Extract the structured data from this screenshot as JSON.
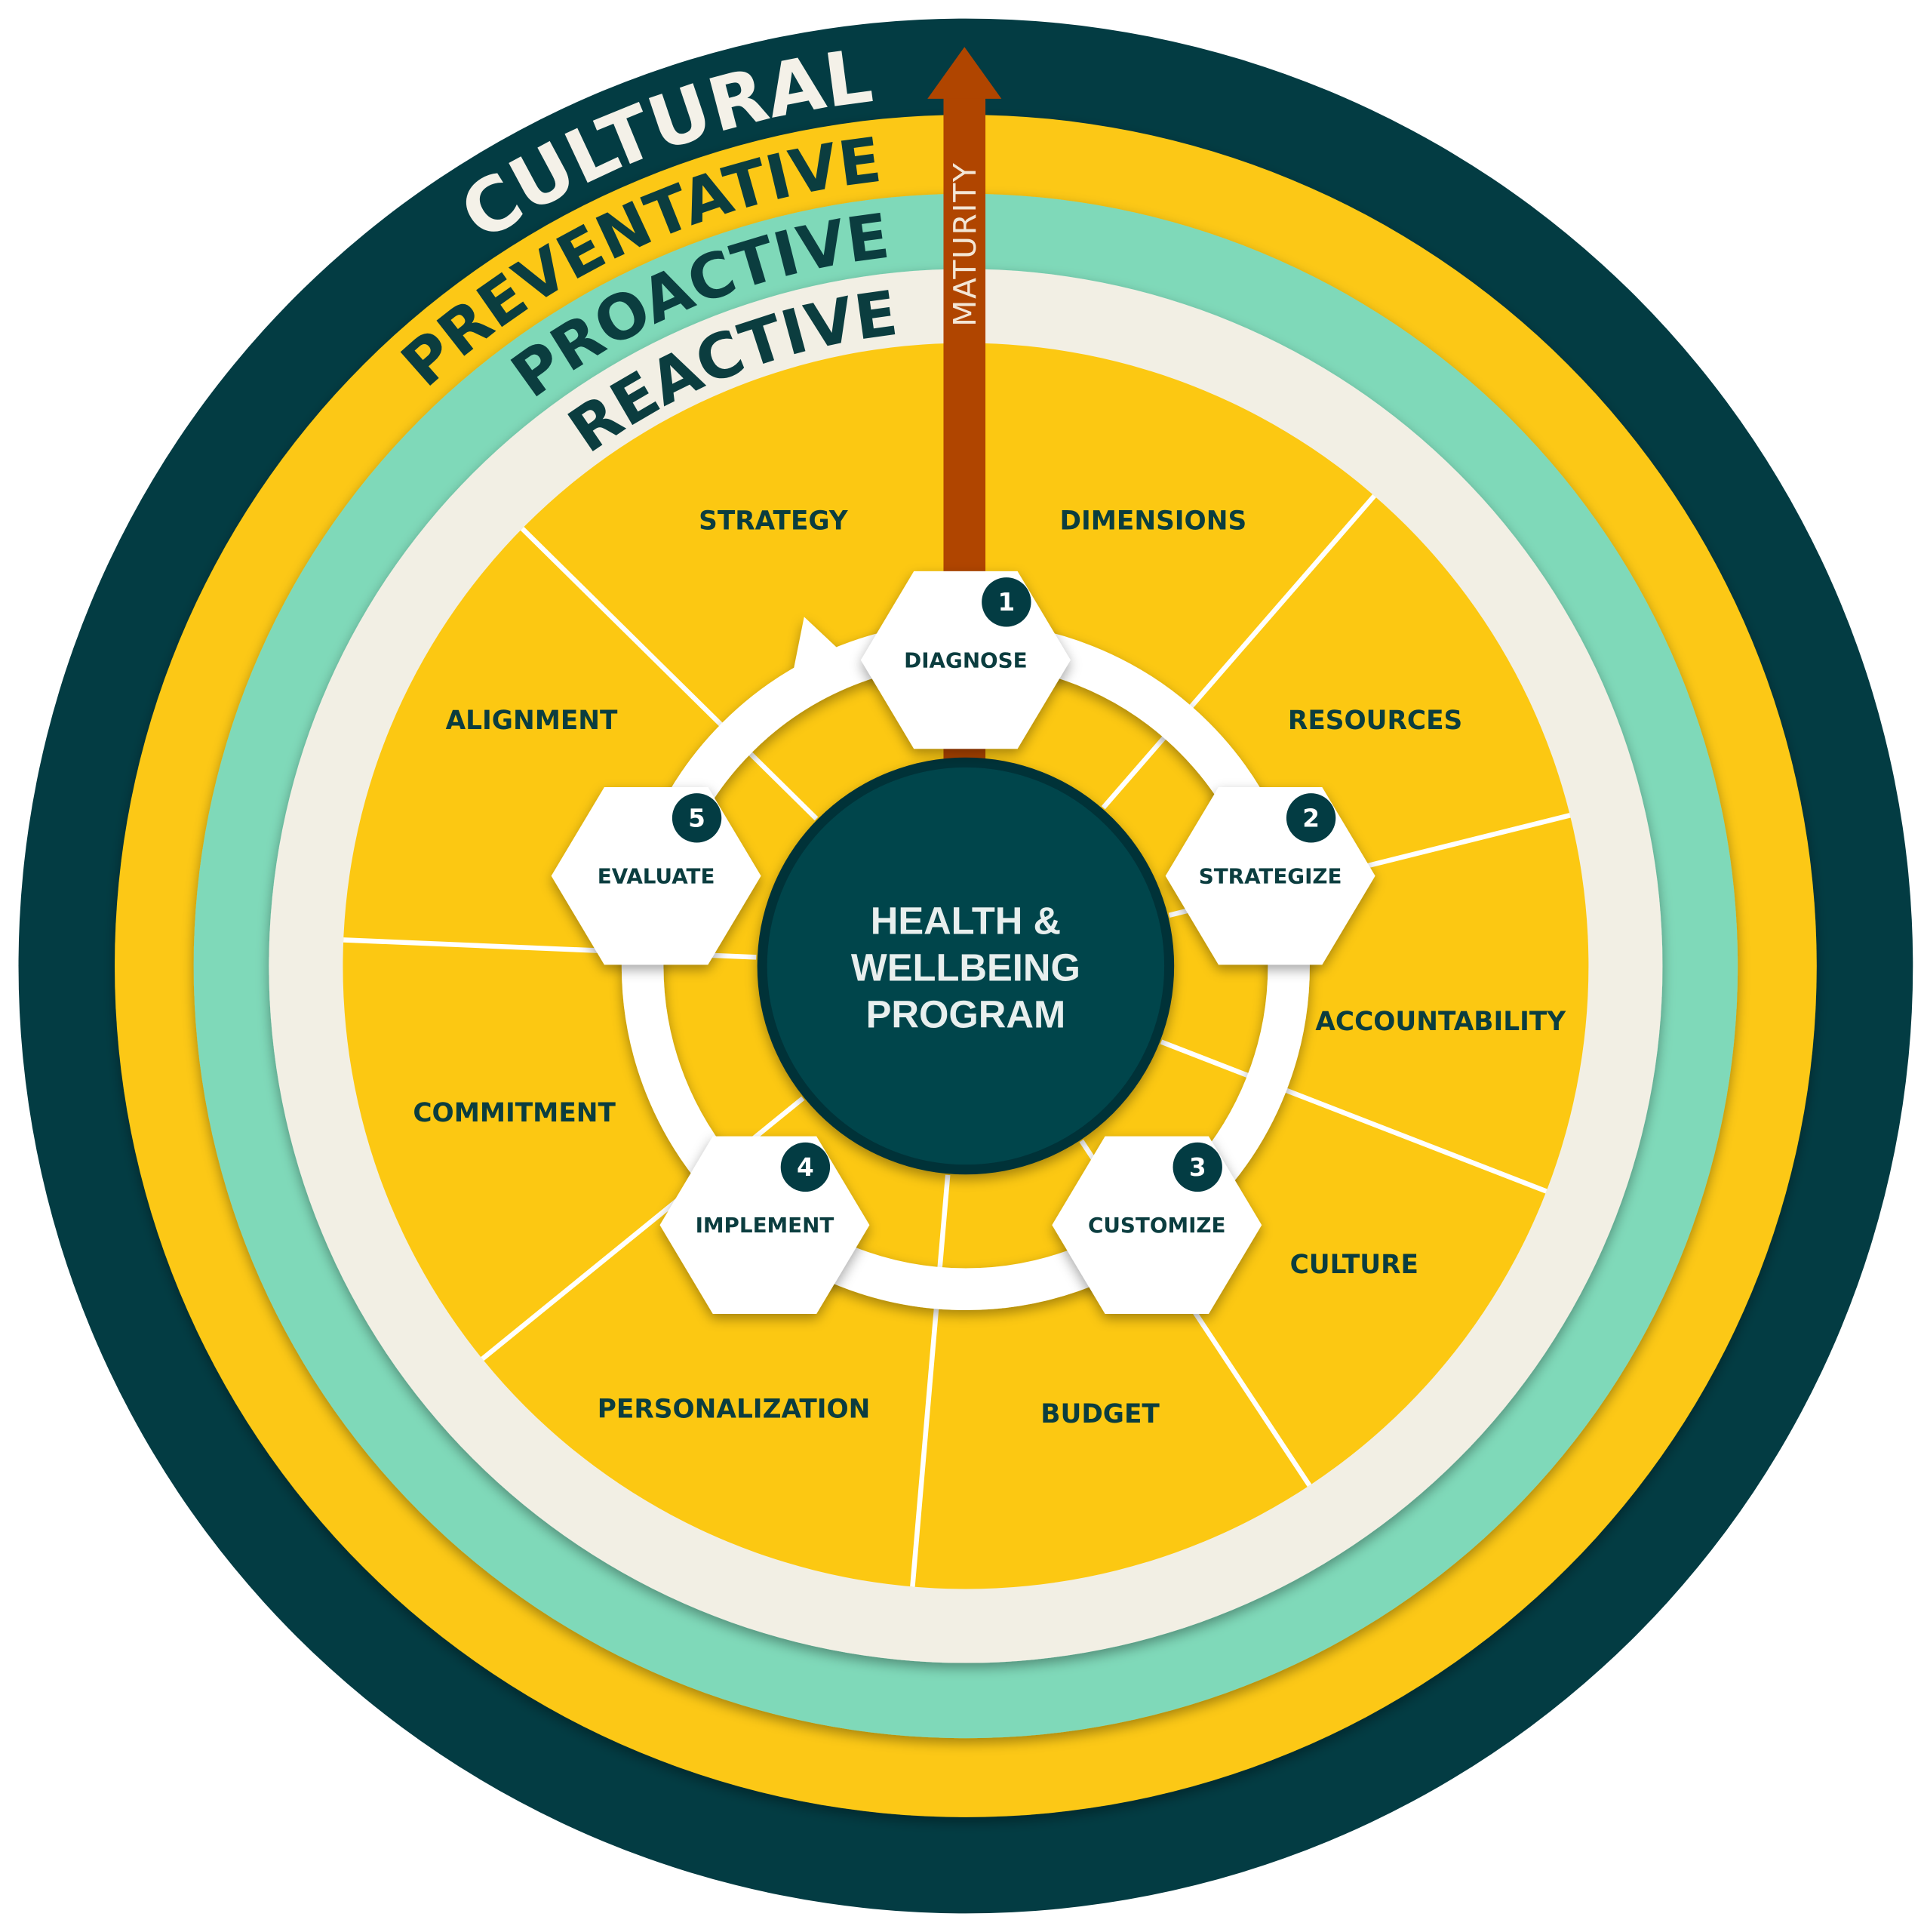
{
  "title": "Health & Wellbeing Program Maturity Model",
  "center": {
    "line1": "HEALTH &",
    "line2": "WELLBEING",
    "line3": "PROGRAM"
  },
  "arrow_label": "MATURITY",
  "rings": [
    {
      "label": "CULTURAL",
      "color": "#033c43",
      "text_color": "#f4f1e8"
    },
    {
      "label": "PREVENTATIVE",
      "color": "#fcc812",
      "text_color": "#0b3d3f"
    },
    {
      "label": "PROACTIVE",
      "color": "#7fd9b9",
      "text_color": "#0b3d3f"
    },
    {
      "label": "REACTIVE",
      "color": "#f2efe4",
      "text_color": "#0b3d3f"
    }
  ],
  "segments": [
    "STRATEGY",
    "DIMENSIONS",
    "RESOURCES",
    "ACCOUNTABILITY",
    "CULTURE",
    "BUDGET",
    "PERSONALIZATION",
    "COMMITMENT",
    "ALIGNMENT"
  ],
  "steps": [
    {
      "number": "1",
      "label": "DIAGNOSE"
    },
    {
      "number": "2",
      "label": "STRATEGIZE"
    },
    {
      "number": "3",
      "label": "CUSTOMIZE"
    },
    {
      "number": "4",
      "label": "IMPLEMENT"
    },
    {
      "number": "5",
      "label": "EVALUATE"
    }
  ],
  "colors": {
    "dark": "#033c43",
    "yellow": "#fcc812",
    "teal": "#7fd9b9",
    "cream": "#f2efe4",
    "arrow": "#b04500",
    "center": "#05454c"
  }
}
